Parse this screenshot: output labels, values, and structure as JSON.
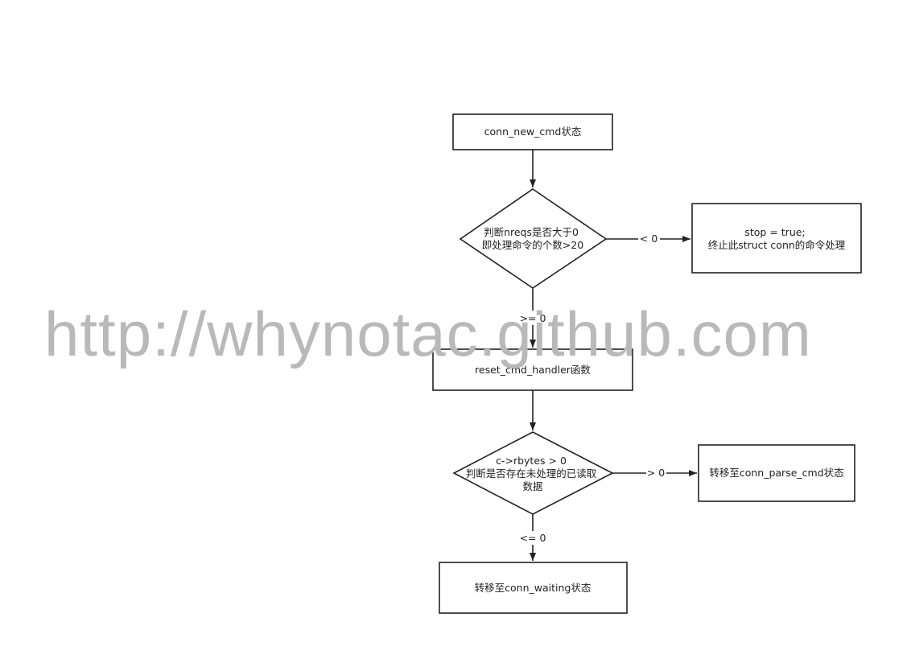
{
  "diagram": {
    "nodes": {
      "start": {
        "lines": [
          "conn_new_cmd状态"
        ]
      },
      "check_nreqs": {
        "lines": [
          "判断nreqs是否大于0",
          "即处理命令的个数>20"
        ]
      },
      "stop_box": {
        "lines": [
          "stop = true;",
          "终止此struct conn的命令处理"
        ]
      },
      "reset_handler": {
        "lines": [
          "reset_cmd_handler函数"
        ]
      },
      "check_rbytes": {
        "lines": [
          "c->rbytes > 0",
          "判断是否存在未处理的已读取",
          "数据"
        ]
      },
      "parse_cmd": {
        "lines": [
          "转移至conn_parse_cmd状态"
        ]
      },
      "waiting": {
        "lines": [
          "转移至conn_waiting状态"
        ]
      }
    },
    "edges": {
      "nreqs_lt0": {
        "label": "< 0"
      },
      "nreqs_ge0": {
        "label": ">= 0"
      },
      "rbytes_gt0": {
        "label": "> 0"
      },
      "rbytes_le0": {
        "label": "<= 0"
      }
    }
  },
  "watermark": {
    "text": "http://whynotac.github.com"
  },
  "colors": {
    "stroke": "#222222",
    "watermark": "#b9b9b9"
  }
}
